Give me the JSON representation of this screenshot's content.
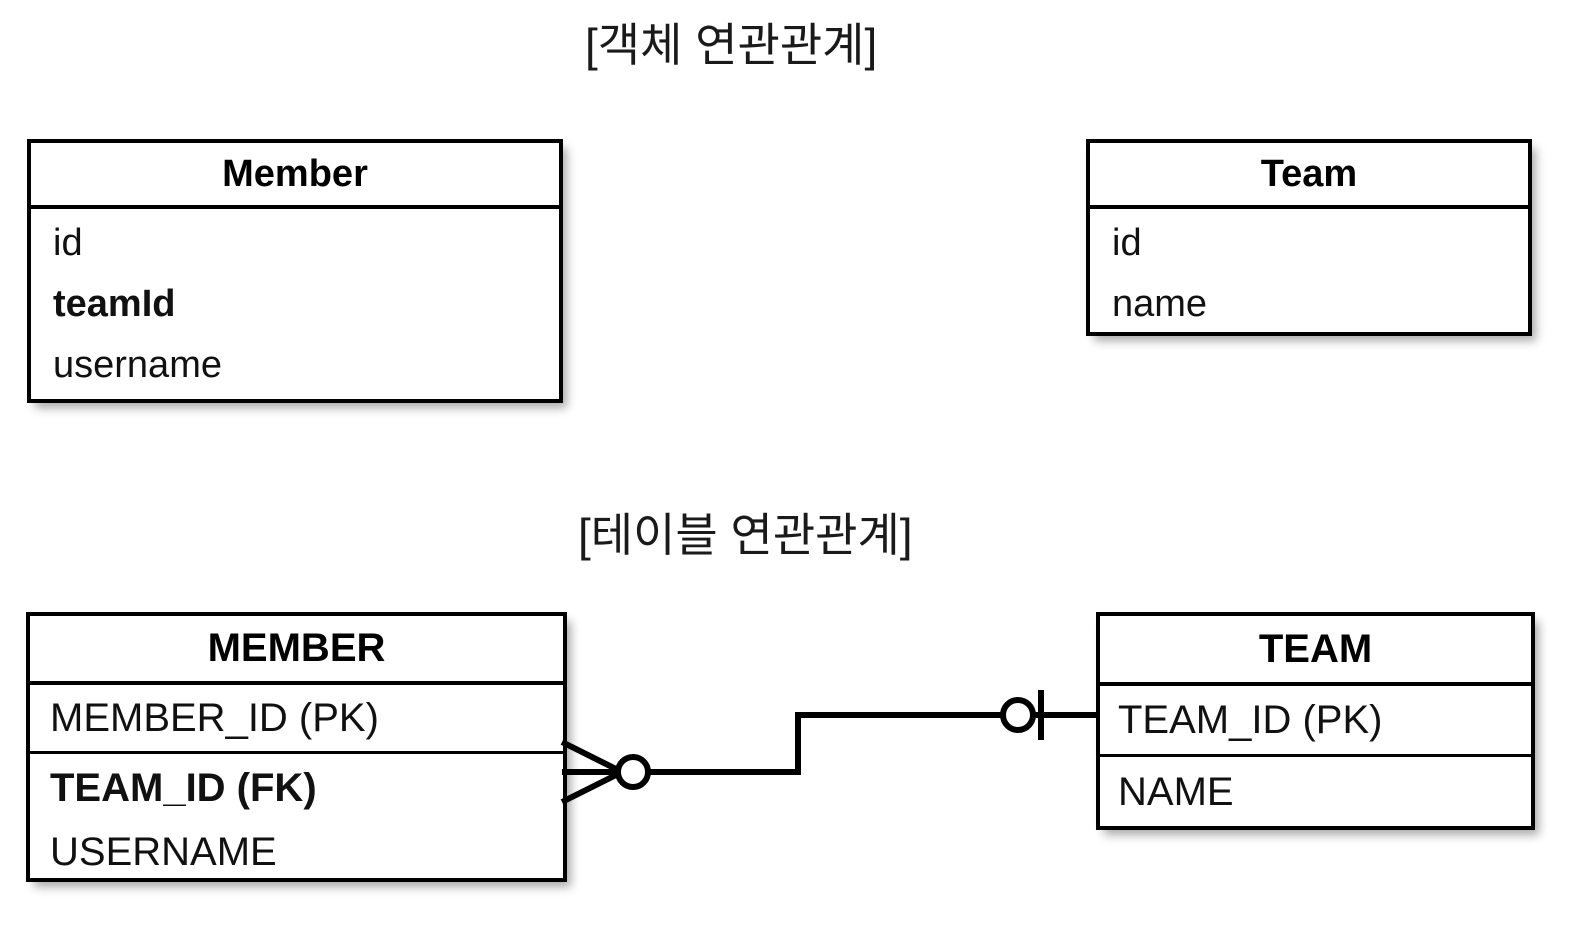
{
  "diagram": {
    "background_color": "#ffffff",
    "line_color": "#000000",
    "sections": [
      {
        "id": "object-model",
        "title": "[객체 연관관계]"
      },
      {
        "id": "table-model",
        "title": "[테이블 연관관계]"
      }
    ]
  },
  "object_model": {
    "title": "[객체 연관관계]",
    "member": {
      "header": "Member",
      "attributes": [
        {
          "name": "id",
          "bold": false
        },
        {
          "name": "teamId",
          "bold": true
        },
        {
          "name": "username",
          "bold": false
        }
      ]
    },
    "team": {
      "header": "Team",
      "attributes": [
        {
          "name": "id",
          "bold": false
        },
        {
          "name": "name",
          "bold": false
        }
      ]
    }
  },
  "table_model": {
    "title": "[테이블 연관관계]",
    "member": {
      "header": "MEMBER",
      "primary_key": "MEMBER_ID (PK)",
      "attributes": [
        {
          "name": "TEAM_ID (FK)",
          "bold": true
        },
        {
          "name": "USERNAME",
          "bold": false
        }
      ]
    },
    "team": {
      "header": "TEAM",
      "rows": [
        {
          "name": "TEAM_ID (PK)",
          "bold": false
        },
        {
          "name": "NAME",
          "bold": false
        }
      ]
    },
    "relationship": {
      "notation": "crows-foot",
      "left_cardinality": "zero-or-many",
      "right_cardinality": "zero-or-one",
      "left_symbol": "crowsfoot-circle",
      "right_symbol": "circle-bar",
      "from": "MEMBER.TEAM_ID (FK)",
      "to": "TEAM.TEAM_ID (PK)"
    }
  }
}
